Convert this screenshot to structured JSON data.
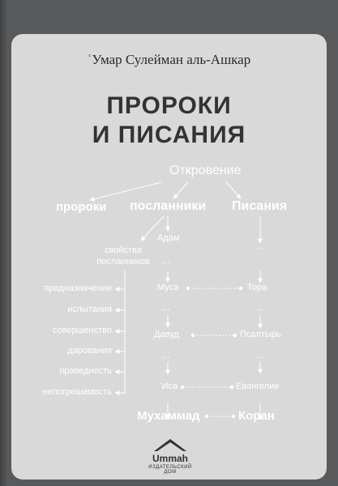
{
  "cover": {
    "author": "ʿУмар Сулейман аль-Ашкар",
    "title_line1": "ПРОРОКИ",
    "title_line2": "И ПИСАНИЯ"
  },
  "diagram": {
    "revelation": "Откровение",
    "prophets": "пророки",
    "messengers": "посланники",
    "scriptures": "Писания",
    "attributes_heading": "свойства посланников",
    "attributes": [
      "предназначение",
      "испытания",
      "совершенство",
      "дарования",
      "праведность",
      "непогрешимость"
    ],
    "messenger_names": [
      "Адам",
      "Муса",
      "Давуд",
      "ʿИса",
      "Мухаммад"
    ],
    "scripture_names": [
      "Тора",
      "Псалтырь",
      "Евангелие",
      "Коран"
    ],
    "dots": "..."
  },
  "publisher": {
    "logo_word": "Ummah",
    "logo_sub": "ИЗДАТЕЛЬСКИЙ ДОМ"
  }
}
